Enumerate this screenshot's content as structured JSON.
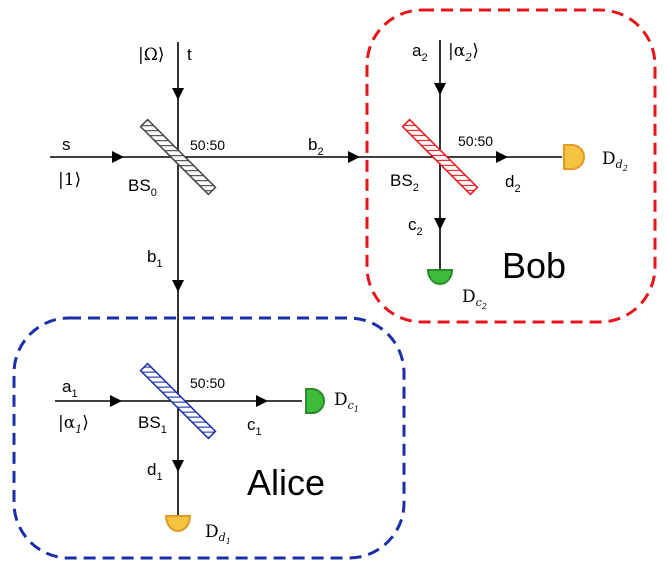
{
  "regions": {
    "bob": {
      "label": "Bob",
      "color": "#e8141b"
    },
    "alice": {
      "label": "Alice",
      "color": "#1a2ea8"
    }
  },
  "splitters": {
    "bs0": {
      "name": "BS",
      "sub": "0",
      "ratio": "50:50",
      "color": "#444444"
    },
    "bs1": {
      "name": "BS",
      "sub": "1",
      "ratio": "50:50",
      "color": "#1a2ea8"
    },
    "bs2": {
      "name": "BS",
      "sub": "2",
      "ratio": "50:50",
      "color": "#e8141b"
    }
  },
  "modes": {
    "s": "s",
    "t": "t",
    "b1": {
      "base": "b",
      "sub": "1"
    },
    "b2": {
      "base": "b",
      "sub": "2"
    },
    "a1": {
      "base": "a",
      "sub": "1"
    },
    "a2": {
      "base": "a",
      "sub": "2"
    },
    "c1": {
      "base": "c",
      "sub": "1"
    },
    "c2": {
      "base": "c",
      "sub": "2"
    },
    "d1": {
      "base": "d",
      "sub": "1"
    },
    "d2": {
      "base": "d",
      "sub": "2"
    }
  },
  "states": {
    "omega": "|Ω⟩",
    "one": "|1⟩",
    "alpha1": {
      "open": "|α",
      "sub": "1",
      "close": "⟩"
    },
    "alpha2": {
      "open": "|α",
      "sub": "2",
      "close": "⟩"
    }
  },
  "detectors": {
    "dc1": {
      "base": "D",
      "sub": "c",
      "subsub": "1",
      "color": "#3dbb3d"
    },
    "dc2": {
      "base": "D",
      "sub": "c",
      "subsub": "2",
      "color": "#3dbb3d"
    },
    "dd1": {
      "base": "D",
      "sub": "d",
      "subsub": "1",
      "color": "#f5c242"
    },
    "dd2": {
      "base": "D",
      "sub": "d",
      "subsub": "2",
      "color": "#f5c242"
    }
  }
}
